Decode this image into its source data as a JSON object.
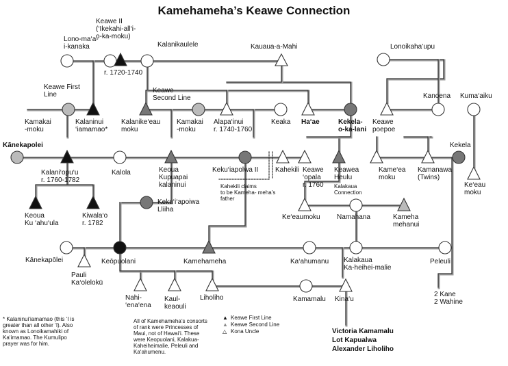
{
  "title": "Kamehameha’s Keawe Connection",
  "people": {
    "lono": [
      "Lono-ma‘a-",
      "i-kanaka"
    ],
    "keawe_ii": [
      "Keawe II",
      "(‘Ikekahi-all‘i-",
      "o-ka-moku)"
    ],
    "keawe_ii_reign": "r. 1720-1740",
    "kalanikaulele": "Kalanikaulele",
    "kauaua": "Kauaua-a-Mahi",
    "lonoikahaupu": "Lonoikaha’upu",
    "keawe_first_line": [
      "Keawe First",
      "Line"
    ],
    "keawe_second_line": [
      "Keawe",
      "Second Line"
    ],
    "kamakai1": [
      "Kamakai",
      "-moku"
    ],
    "kalaninui": [
      "Kalaninui",
      "‘iamamao*"
    ],
    "kalanikeeau": [
      "Kalanike‘eau",
      "moku"
    ],
    "kamakai2": [
      "Kamakai",
      "-moku"
    ],
    "alapainui": [
      "Alapa‘inui",
      "r. 1740-1760"
    ],
    "keaka": "Keaka",
    "haae": "Ha‘ae",
    "kekela_o_ka_lani": [
      "Kekela-",
      "o-ka-lani"
    ],
    "kanoena": "Kanoena",
    "keawe_poepoe": [
      "Keawe",
      "poepoe"
    ],
    "kumaaiku": "Kuma‘aiku",
    "kanekapolei1": "Kānekapolei",
    "kalaniopuu": [
      "Kalani‘opu‘u",
      "r. 1760-1782"
    ],
    "kalola": "Kalola",
    "keoua_kupuapai": [
      "Keoua",
      "Kupuapai",
      "kalaninui"
    ],
    "kekuiapoiwa_ii": "Keku‘iapolwa II",
    "kahekili": "Kahekili",
    "keawe_opala": [
      "Keawe",
      "‘opala",
      "r. 1760"
    ],
    "keawea_heulu": [
      "Keawea",
      "Heulu"
    ],
    "kalakaua_connection": [
      "Kalakaua",
      "Connection"
    ],
    "kameeia": [
      "Kame‘ea",
      "moku"
    ],
    "kamanawa": [
      "Kamanawa",
      "(Twins)"
    ],
    "kekela": "Kekela",
    "keeau_moku_right": [
      "Ke‘eau",
      "moku"
    ],
    "kahekili_claim": [
      "Kahekili claims",
      "to be Kameha- meha’s",
      "father"
    ],
    "keoua_kuahuula": [
      "Keoua",
      "Ku ‘ahu‘ula"
    ],
    "kiwalao": [
      "Kiwala‘o",
      "r. 1782"
    ],
    "kekuiapoiwa_liliha": [
      "Keku‘i‘apoiwa",
      "Lliiha"
    ],
    "keeaumoku": "Ke‘eaumoku",
    "namahana": "Namahana",
    "kamehamehanui": [
      "Kameha",
      "mehanui"
    ],
    "kanekapolei2": "Kānekapōlei",
    "keopuolani": "Keōpuolani",
    "kamehameha": "Kamehameha",
    "kaahumanu": "Ka‘ahumanu",
    "kalakaua_ka_heihei": [
      "Kalakaua",
      "Ka-heihei-malie"
    ],
    "peleuli": "Peleuli",
    "pauli": [
      "Pauli",
      "Ka‘olelokū"
    ],
    "nahienaena": [
      "Nahi-",
      "‘ena‘ena"
    ],
    "kaulkeaouli": [
      "Kaul-",
      "keaouli"
    ],
    "liholiho": "Liholiho",
    "kamamalu": "Kamamalu",
    "kinau": "Kina‘u",
    "two_kane": [
      "2 Kane",
      "2 Wahine"
    ],
    "descendants": [
      "Victoria Kamamalu",
      "Lot Kapualwa",
      "Alexander Liholiho"
    ]
  },
  "footnote": [
    "* Kalaninui‘iamamao (this ‘I is",
    "greater than all other ‘I).  Also",
    "known as Lonoikamahiki of",
    "Ka‘imamao.  The Kumulipo",
    "prayer was for him."
  ],
  "consorts_note": [
    "All of Kamehameha’s consorts",
    "of rank were Princesses of",
    "Maui, not of Hawai‘i.  These",
    "were Keopuolani, Kalakua-",
    "Kaheiheimalie, Peleuli and",
    "Ka‘ahumenu."
  ],
  "legend": [
    {
      "symbol": "▲",
      "label": "Keawe First Line"
    },
    {
      "symbol": "▲",
      "label": "Keawe Second Line"
    },
    {
      "symbol": "△",
      "label": "Kona Uncle"
    }
  ],
  "colors": {
    "first_line": "#111111",
    "second_line": "#777777",
    "line": "#333333",
    "shadow": "#9a9a9a"
  }
}
